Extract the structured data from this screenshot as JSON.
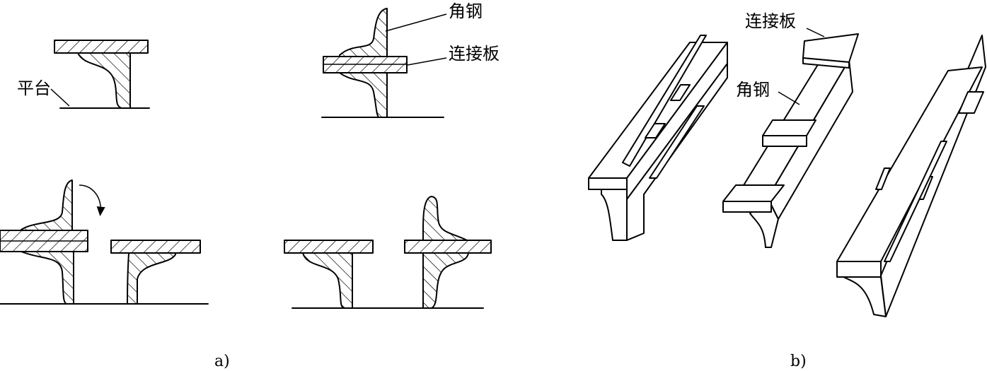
{
  "labels": {
    "platform": "平台",
    "angle_steel_top": "角钢",
    "connecting_plate_top": "连接板",
    "connecting_plate_b": "连接板",
    "angle_steel_b": "角钢"
  },
  "captions": {
    "a": "a)",
    "b": "b)"
  }
}
